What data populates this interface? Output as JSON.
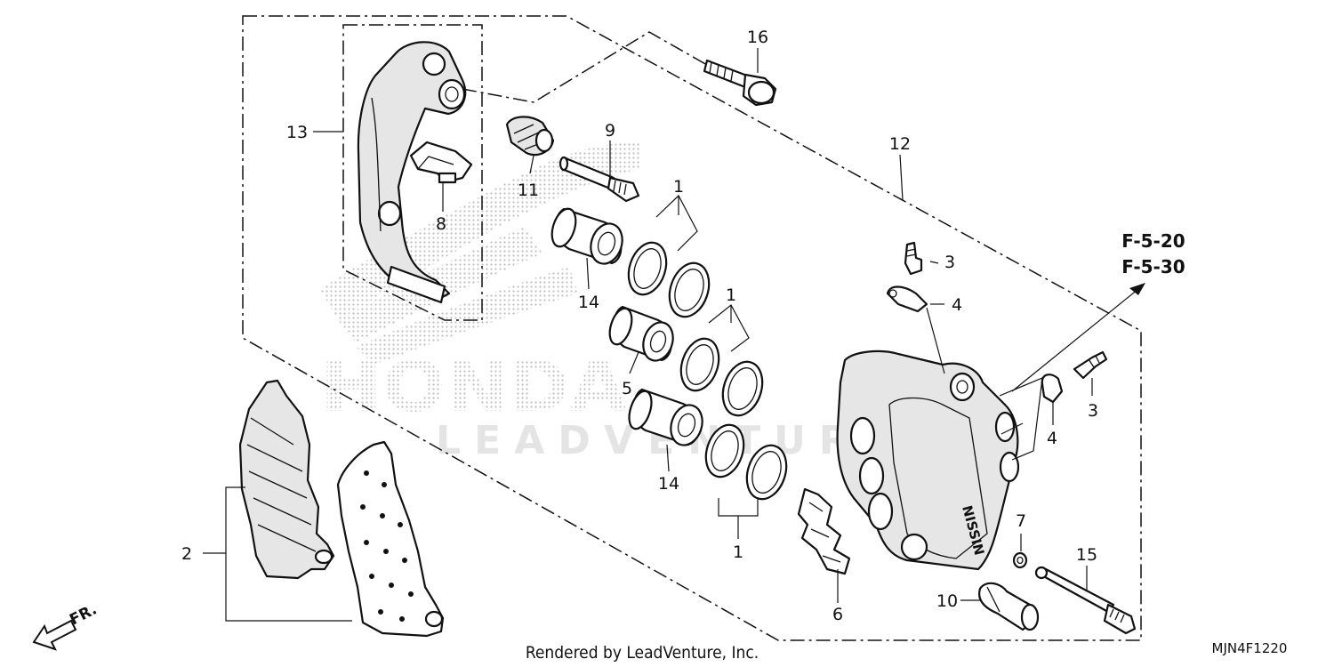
{
  "callouts": [
    {
      "id": "c16",
      "text": "16"
    },
    {
      "id": "c13",
      "text": "13"
    },
    {
      "id": "c9",
      "text": "9"
    },
    {
      "id": "c11",
      "text": "11"
    },
    {
      "id": "c8",
      "text": "8"
    },
    {
      "id": "c12",
      "text": "12"
    },
    {
      "id": "c1a",
      "text": "1"
    },
    {
      "id": "c14a",
      "text": "14"
    },
    {
      "id": "c1b",
      "text": "1"
    },
    {
      "id": "c5",
      "text": "5"
    },
    {
      "id": "c14b",
      "text": "14"
    },
    {
      "id": "c1c",
      "text": "1"
    },
    {
      "id": "c3a",
      "text": "3"
    },
    {
      "id": "c4a",
      "text": "4"
    },
    {
      "id": "c3b",
      "text": "3"
    },
    {
      "id": "c4b",
      "text": "4"
    },
    {
      "id": "c2",
      "text": "2"
    },
    {
      "id": "c6",
      "text": "6"
    },
    {
      "id": "c7",
      "text": "7"
    },
    {
      "id": "c10",
      "text": "10"
    },
    {
      "id": "c15",
      "text": "15"
    }
  ],
  "cross_refs": [
    "F-5-20",
    "F-5-30"
  ],
  "direction_label": "FR.",
  "caliper_brand": "NISSIN",
  "watermark": {
    "honda": "HONDA",
    "leadventure": "LEADVENTURE"
  },
  "footer_text": "Rendered by LeadVenture, Inc.",
  "diagram_code": "MJN4F1220"
}
